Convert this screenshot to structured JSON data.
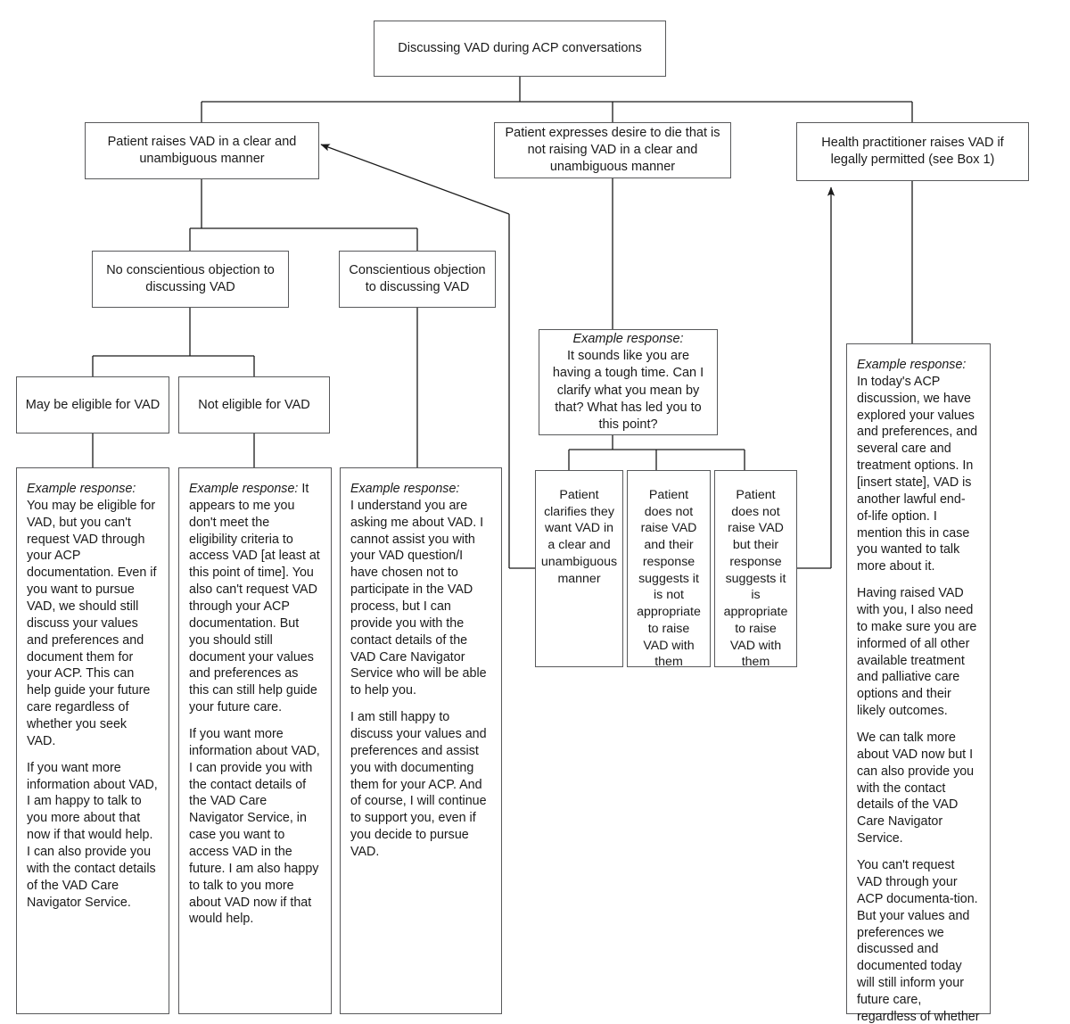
{
  "diagram": {
    "title": "Discussing VAD during ACP conversations",
    "type": "flowchart",
    "line_color": "#58595b",
    "text_color": "#1a1a1a",
    "background": "#ffffff"
  },
  "root": {
    "label": "Discussing VAD during ACP conversations"
  },
  "branches": {
    "patient_clear": "Patient raises VAD in a clear and unambiguous manner",
    "patient_desire": "Patient expresses desire to die that is not raising VAD in a clear and unambiguous manner",
    "practitioner": "Health practitioner raises VAD if legally permitted (see Box 1)"
  },
  "objection": {
    "no_objection": "No conscientious objection to discussing VAD",
    "objection": "Conscientious objection to discussing VAD"
  },
  "eligibility": {
    "may_be_eligible": "May be eligible for VAD",
    "not_eligible": "Not eligible for VAD"
  },
  "example_label": "Example response:",
  "responses": {
    "may_be_eligible": {
      "lead": "Example response:",
      "paragraphs": [
        "You may be eligible for VAD, but you can't request VAD through your ACP documentation. Even if you want to pursue VAD, we should still discuss your values and preferences and document them for your ACP. This can help guide your future care regardless of whether you seek VAD.",
        "If you want more information about VAD, I am happy to talk to you more about that now if that would help. I can also provide you with the contact details of the VAD Care Navigator Service."
      ]
    },
    "not_eligible": {
      "lead": "Example response:",
      "paragraphs": [
        "It appears to me you don't meet the eligibility criteria to access VAD [at least at this point of time]. You also can't request VAD through your ACP documentation. But you should still document your values and preferences as this can still help guide your future care.",
        "If you want more information about VAD, I can provide you with the contact details of the VAD Care Navigator Service, in case you want to access VAD in the future. I am also happy to talk to you more about VAD now if that would help."
      ]
    },
    "conscientious_objection": {
      "lead": "Example response:",
      "paragraphs": [
        "I understand you are asking me about VAD.  I cannot assist you with your VAD question/I have chosen not to participate in the VAD process, but I can provide you with the contact details of the VAD Care Navigator Service who will be able to help you.",
        "I am still happy to discuss your values and preferences and assist you with documenting them for your ACP. And of course, I will continue to support you, even if you decide to pursue VAD."
      ]
    },
    "clarify": {
      "lead": "Example response:",
      "paragraphs": [
        "It sounds like you are having a tough time. Can I clarify what you mean by that? What has led you to this point?"
      ]
    },
    "practitioner_raises": {
      "lead": "Example response:",
      "paragraphs": [
        "In today's ACP discussion, we have explored your values and preferences, and several care and treatment options. In [insert state], VAD is another lawful end-of-life option. I mention this in case you wanted to talk more about it.",
        "Having raised VAD with you, I also need to make sure you are informed of all other available treatment and palliative care options and their likely outcomes.",
        "We can talk more about VAD now but I can also provide you with the contact details of the VAD Care Navigator Service.",
        "You can't request VAD through your ACP documenta-tion. But your values and preferences we discussed and documented today will still inform your future care, regardless of whether you seek VAD."
      ]
    }
  },
  "outcomes": {
    "clarifies_wants_vad": "Patient clarifies they want VAD in a clear and unambiguous manner",
    "not_appropriate": "Patient does not raise VAD and their response suggests it is not appropriate to raise VAD with them",
    "appropriate": "Patient does not raise VAD but their response suggests it is appropriate to raise VAD with them"
  }
}
